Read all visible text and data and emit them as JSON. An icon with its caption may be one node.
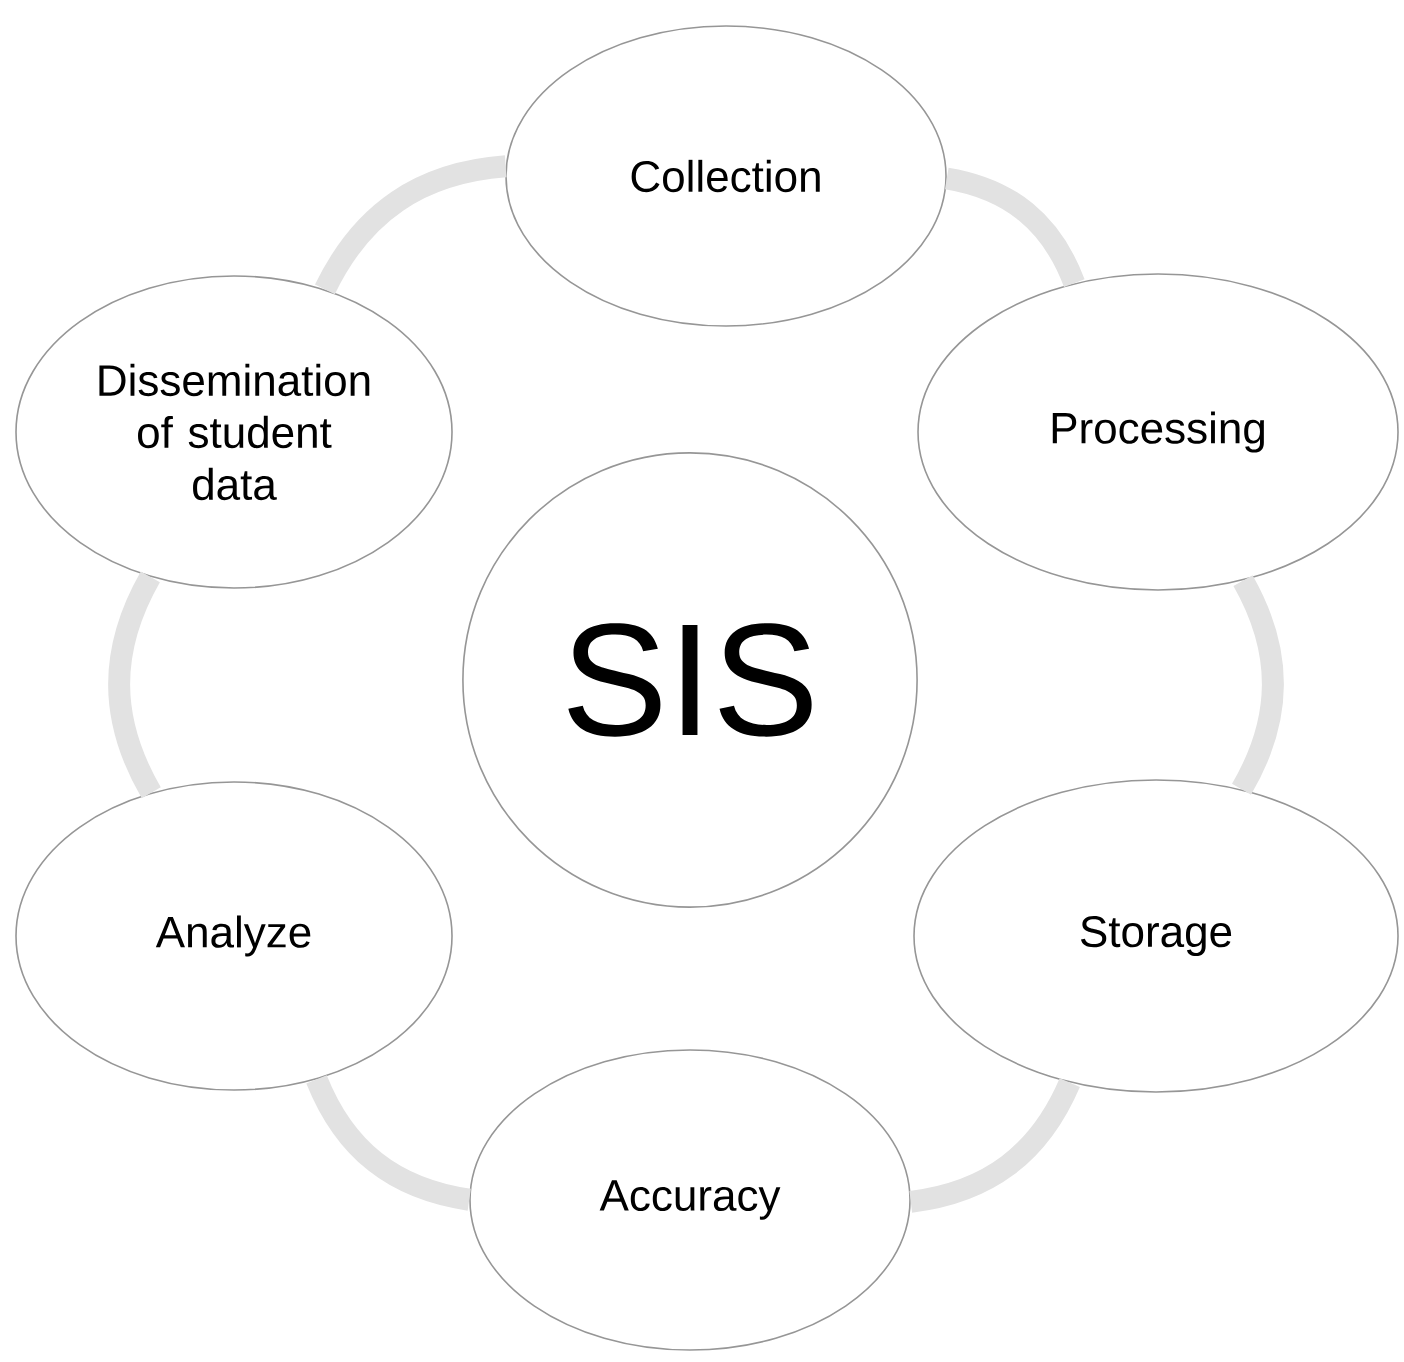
{
  "diagram": {
    "nodes": [
      {
        "text": [
          "Collection"
        ]
      },
      {
        "text": [
          "Dissemination of student data"
        ]
      },
      {
        "text": [
          "Processing"
        ]
      },
      {
        "text": [
          "SIS"
        ]
      },
      {
        "text": [
          "Analyze"
        ]
      },
      {
        "text": [
          "Storage"
        ]
      },
      {
        "text": [
          "Accuracy"
        ]
      }
    ],
    "edges": [
      {
        "from": 0,
        "to": 2,
        "arrow": "none"
      },
      {
        "from": 2,
        "to": 5,
        "arrow": "none"
      },
      {
        "from": 5,
        "to": 6,
        "arrow": "none"
      },
      {
        "from": 6,
        "to": 4,
        "arrow": "none"
      },
      {
        "from": 4,
        "to": 1,
        "arrow": "none"
      },
      {
        "from": 1,
        "to": 0,
        "arrow": "none"
      }
    ]
  }
}
